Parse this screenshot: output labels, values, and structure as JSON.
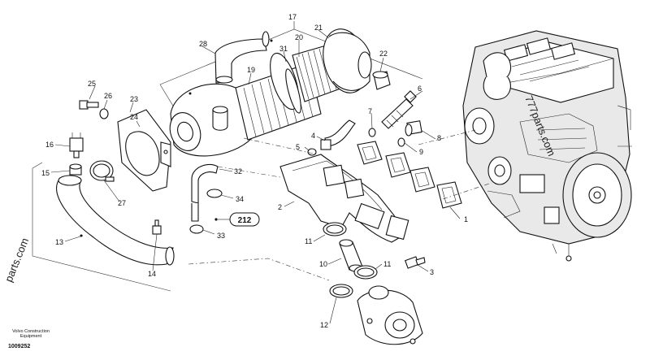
{
  "callouts": {
    "c1": "1",
    "c2": "2",
    "c3": "3",
    "c4": "4",
    "c5": "5",
    "c6": "6",
    "c7": "7",
    "c8": "8",
    "c9": "9",
    "c10": "10",
    "c11a": "11",
    "c11b": "11",
    "c12": "12",
    "c13": "13",
    "c14": "14",
    "c15": "15",
    "c16": "16",
    "c17": "17",
    "c19": "19",
    "c20": "20",
    "c21": "21",
    "c22": "22",
    "c23": "23",
    "c24": "24",
    "c25": "25",
    "c26": "26",
    "c27": "27",
    "c28": "28",
    "c31": "31",
    "c32": "32",
    "c33": "33",
    "c34": "34"
  },
  "reference_box": "212",
  "watermark_left": "parts.com",
  "watermark_right": "777parts.com",
  "brand_line1": "Volvo Construction",
  "brand_line2": "Equipment",
  "diagram_number": "1009252"
}
